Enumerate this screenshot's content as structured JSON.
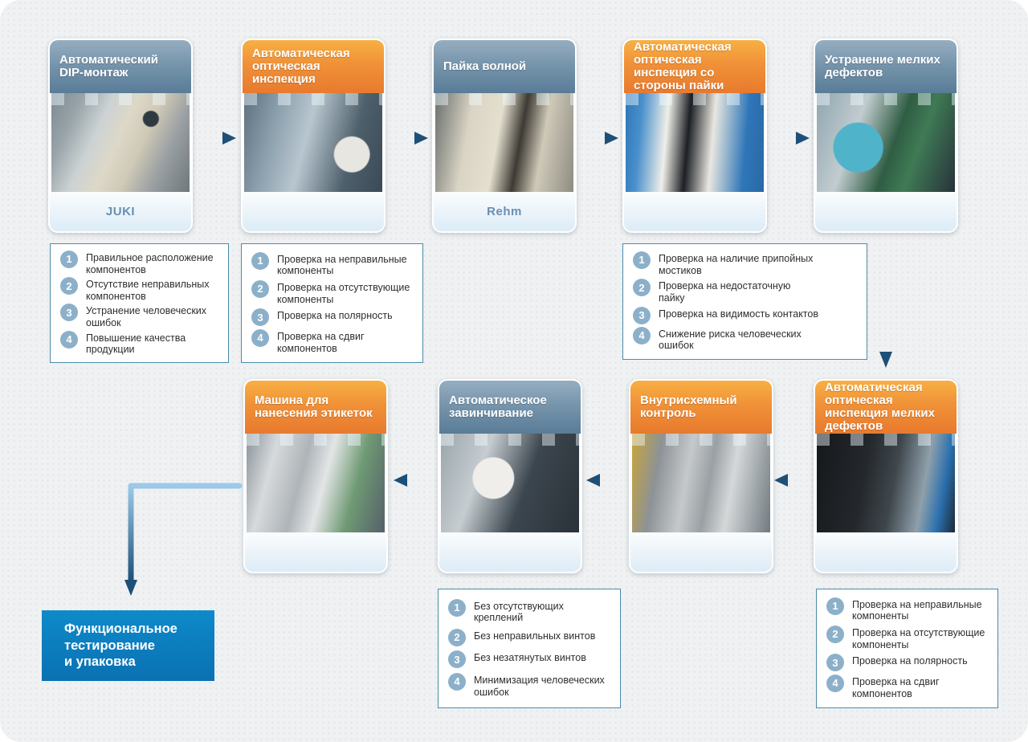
{
  "diagram": {
    "row1": [
      {
        "title": "Автоматический DIP-монтаж",
        "caption": "JUKI"
      },
      {
        "title": "Автоматическая оптическая инспекция",
        "caption": ""
      },
      {
        "title": "Пайка волной",
        "caption": "Rehm"
      },
      {
        "title": "Автоматическая оптическая инспекция со стороны пайки",
        "caption": ""
      },
      {
        "title": "Устранение мелких дефектов",
        "caption": ""
      }
    ],
    "row2": [
      {
        "title": "Машина для нанесения этикеток"
      },
      {
        "title": "Автоматическое завинчивание"
      },
      {
        "title": "Внутрисхемный контроль"
      },
      {
        "title": "Автоматическая оптическая инспекция мелких дефектов"
      }
    ],
    "final_step": {
      "title": "Функциональное тестирование\nи упаковка"
    },
    "checklists": {
      "dip": [
        {
          "num": "1",
          "text": "Правильное расположение компонентов"
        },
        {
          "num": "2",
          "text": "Отсутствие неправильных компонентов"
        },
        {
          "num": "3",
          "text": "Устранение человеческих ошибок"
        },
        {
          "num": "4",
          "text": "Повышение качества продукции"
        }
      ],
      "aoi": [
        {
          "num": "1",
          "text": "Проверка на неправильные компоненты"
        },
        {
          "num": "2",
          "text": "Проверка на отсутствующие компоненты"
        },
        {
          "num": "3",
          "text": "Проверка на полярность"
        },
        {
          "num": "4",
          "text": "Проверка на сдвиг компонентов"
        }
      ],
      "aoi_solder": [
        {
          "num": "1",
          "text": "Проверка на наличие припойных мостиков"
        },
        {
          "num": "2",
          "text": "Проверка на недостаточную пайку"
        },
        {
          "num": "3",
          "text": "Проверка на видимость контактов"
        },
        {
          "num": "4",
          "text": "Снижение риска человеческих ошибок"
        }
      ],
      "screwing": [
        {
          "num": "1",
          "text": "Без отсутствующих креплений"
        },
        {
          "num": "2",
          "text": "Без неправильных винтов"
        },
        {
          "num": "3",
          "text": "Без незатянутых винтов"
        },
        {
          "num": "4",
          "text": "Минимизация человеческих ошибок"
        }
      ],
      "aoi_small": [
        {
          "num": "1",
          "text": "Проверка на неправильные компоненты"
        },
        {
          "num": "2",
          "text": "Проверка на отсутствующие компоненты"
        },
        {
          "num": "3",
          "text": "Проверка на полярность"
        },
        {
          "num": "4",
          "text": "Проверка на сдвиг компонентов"
        }
      ]
    },
    "colors": {
      "blue_header": "#597c97",
      "orange_header": "#e87a2e",
      "arrow_dark": "#1d4f77",
      "arrow_light": "#9ccae8",
      "final_box_blue": "#0a7dc0",
      "checklist_border": "#4a8aaa",
      "number_badge": "#8cb0c9",
      "caption_text": "#688fb2"
    }
  }
}
